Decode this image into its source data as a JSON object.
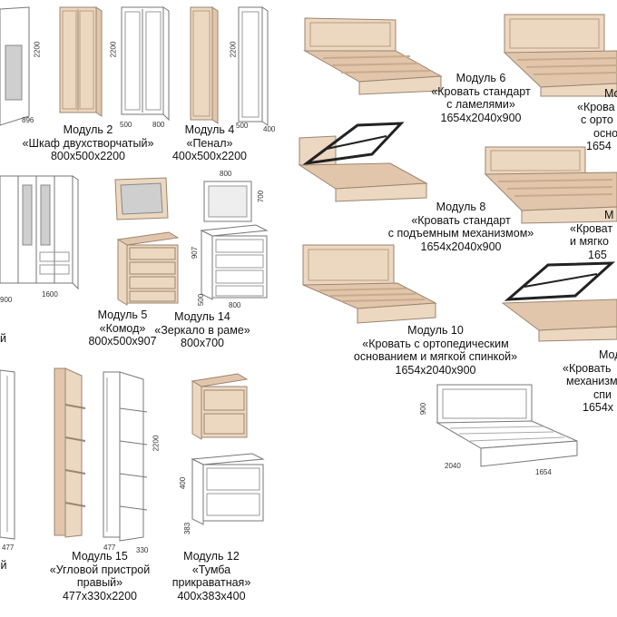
{
  "modules": [
    {
      "id": "m2",
      "l1": "Модуль 2",
      "l2": "«Шкаф двухстворчатый»",
      "l3": "800х500х2200"
    },
    {
      "id": "m4",
      "l1": "Модуль 4",
      "l2": "«Пенал»",
      "l3": "400х500х2200"
    },
    {
      "id": "m5",
      "l1": "Модуль 5",
      "l2": "«Комод»",
      "l3": "800х500х907"
    },
    {
      "id": "m14",
      "l1": "Модуль 14",
      "l2": "«Зеркало в раме»",
      "l3": "800х700"
    },
    {
      "id": "m15",
      "l1": "Модуль 15",
      "l2": "«Угловой пристрой",
      "l3": "правый»",
      "l4": "477х330х2200"
    },
    {
      "id": "m12",
      "l1": "Модуль 12",
      "l2": "«Тумба",
      "l3": "прикраватная»",
      "l4": "400х383х400"
    },
    {
      "id": "m6",
      "l1": "Модуль 6",
      "l2": "«Кровать стандарт",
      "l3": "с ламелями»",
      "l4": "1654х2040х900"
    },
    {
      "id": "m8",
      "l1": "Модуль 8",
      "l2": "«Кровать стандарт",
      "l3": "с подъемным механизмом»",
      "l4": "1654х2040х900"
    },
    {
      "id": "m10",
      "l1": "Модуль 10",
      "l2": "«Кровать с ортопедическим",
      "l3": "основанием и мягкой спинкой»",
      "l4": "1654х2040х900"
    }
  ],
  "partial": {
    "left_top": "й",
    "right1_a": "Мо",
    "right1_b": "«Крова",
    "right1_c": "с орто",
    "right1_d": "осно",
    "right1_e": "1654",
    "right2_a": "М",
    "right2_b": "«Кроват",
    "right2_c": "и мягко",
    "right2_d": "165",
    "right3_a": "Мод",
    "right3_b": "«Кровать",
    "right3_c": "механизм",
    "right3_d": "спи",
    "right3_e": "1654х"
  },
  "dims": {
    "d2200a": "2200",
    "d896": "896",
    "d2200b": "2200",
    "d500a": "500",
    "d800a": "800",
    "d2200c": "2200",
    "d500b": "500",
    "d400a": "400",
    "d800b": "800",
    "d700": "700",
    "d907": "907",
    "d500c": "500",
    "d800c": "800",
    "d1600": "1600",
    "d900a": "900",
    "d477a": "477",
    "d477b": "477",
    "d330": "330",
    "d2200d": "2200",
    "d400b": "400",
    "d383": "383",
    "d900b": "900",
    "d2040": "2040",
    "d1654": "1654"
  },
  "colors": {
    "wood": "#ecd7c1",
    "edge": "#9b8570"
  }
}
